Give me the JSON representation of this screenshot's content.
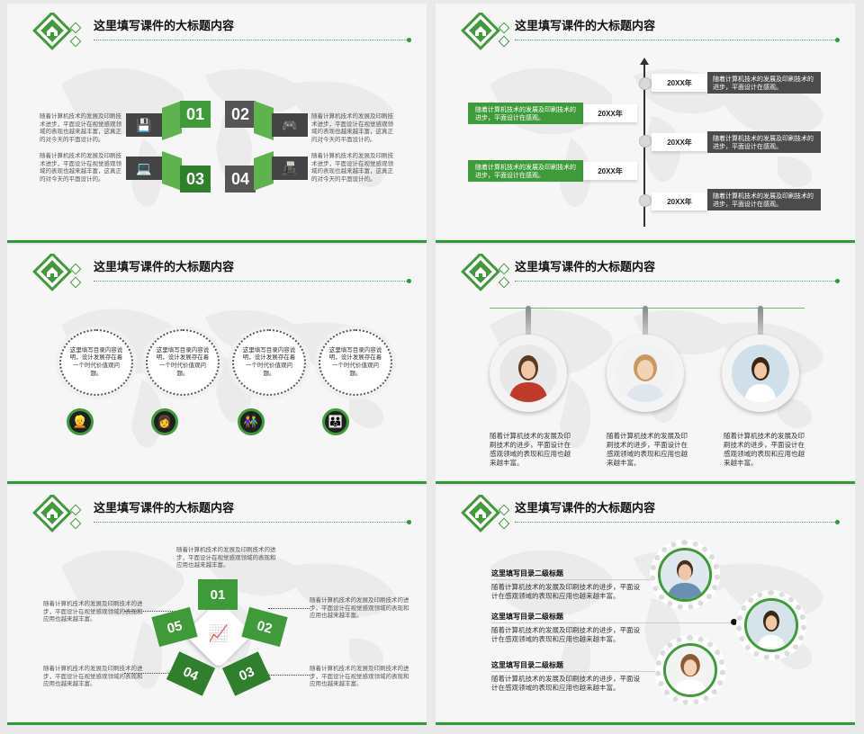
{
  "header_title": "这里填写课件的大标题内容",
  "slide1": {
    "numbers": [
      "01",
      "02",
      "03",
      "04"
    ],
    "icons": [
      "floppy-disk-icon",
      "gamepad-icon",
      "laptop-icon",
      "fax-icon"
    ],
    "texts": [
      "随着计算机技术的发展及印刷技术进步，平面设计在视觉感观领域的表现也越来越丰富，这真正的对今天的平面设计的。",
      "随着计算机技术的发展及印刷技术进步，平面设计在视觉感观领域的表现也越来越丰富，这真正的对今天的平面设计的。",
      "随着计算机技术的发展及印刷技术进步，平面设计在视觉感观领域的表现也越来越丰富，这真正的对今天的平面设计的。",
      "随着计算机技术的发展及印刷技术进步，平面设计在视觉感观领域的表现也越来越丰富，这真正的对今天的平面设计的。"
    ]
  },
  "slide2": {
    "year": "20XX年",
    "right_text": "随着计算机技术的发展及印刷技术的进步，平面设计在感观。",
    "left_text": "随着计算机技术的发展及印刷技术的进步，平面设计在感观。"
  },
  "slide3": {
    "bubble_text": "这里填写目录内容说明，设计发展存在着一个时代价值观问题。",
    "icons": [
      "man-icon",
      "woman-icon",
      "couple-icon",
      "family-icon"
    ]
  },
  "slide4": {
    "caption": "随着计算机技术的发展及印刷技术的进步，平面设计在感观领域的表现和应用也越来越丰富。"
  },
  "slide5": {
    "numbers": [
      "01",
      "02",
      "03",
      "04",
      "05"
    ],
    "text": "随着计算机技术的发展及印刷技术的进步，平面设计在视觉感观领域的表现和应用也越来越丰富。"
  },
  "slide6": {
    "heading": "这里填写目录二级标题",
    "text": "随着计算机技术的发展及印刷技术的进步，平面设计在感观领域的表现和应用也越来越丰富。"
  },
  "colors": {
    "accent": "#3f9b3a",
    "dark": "#444444"
  }
}
